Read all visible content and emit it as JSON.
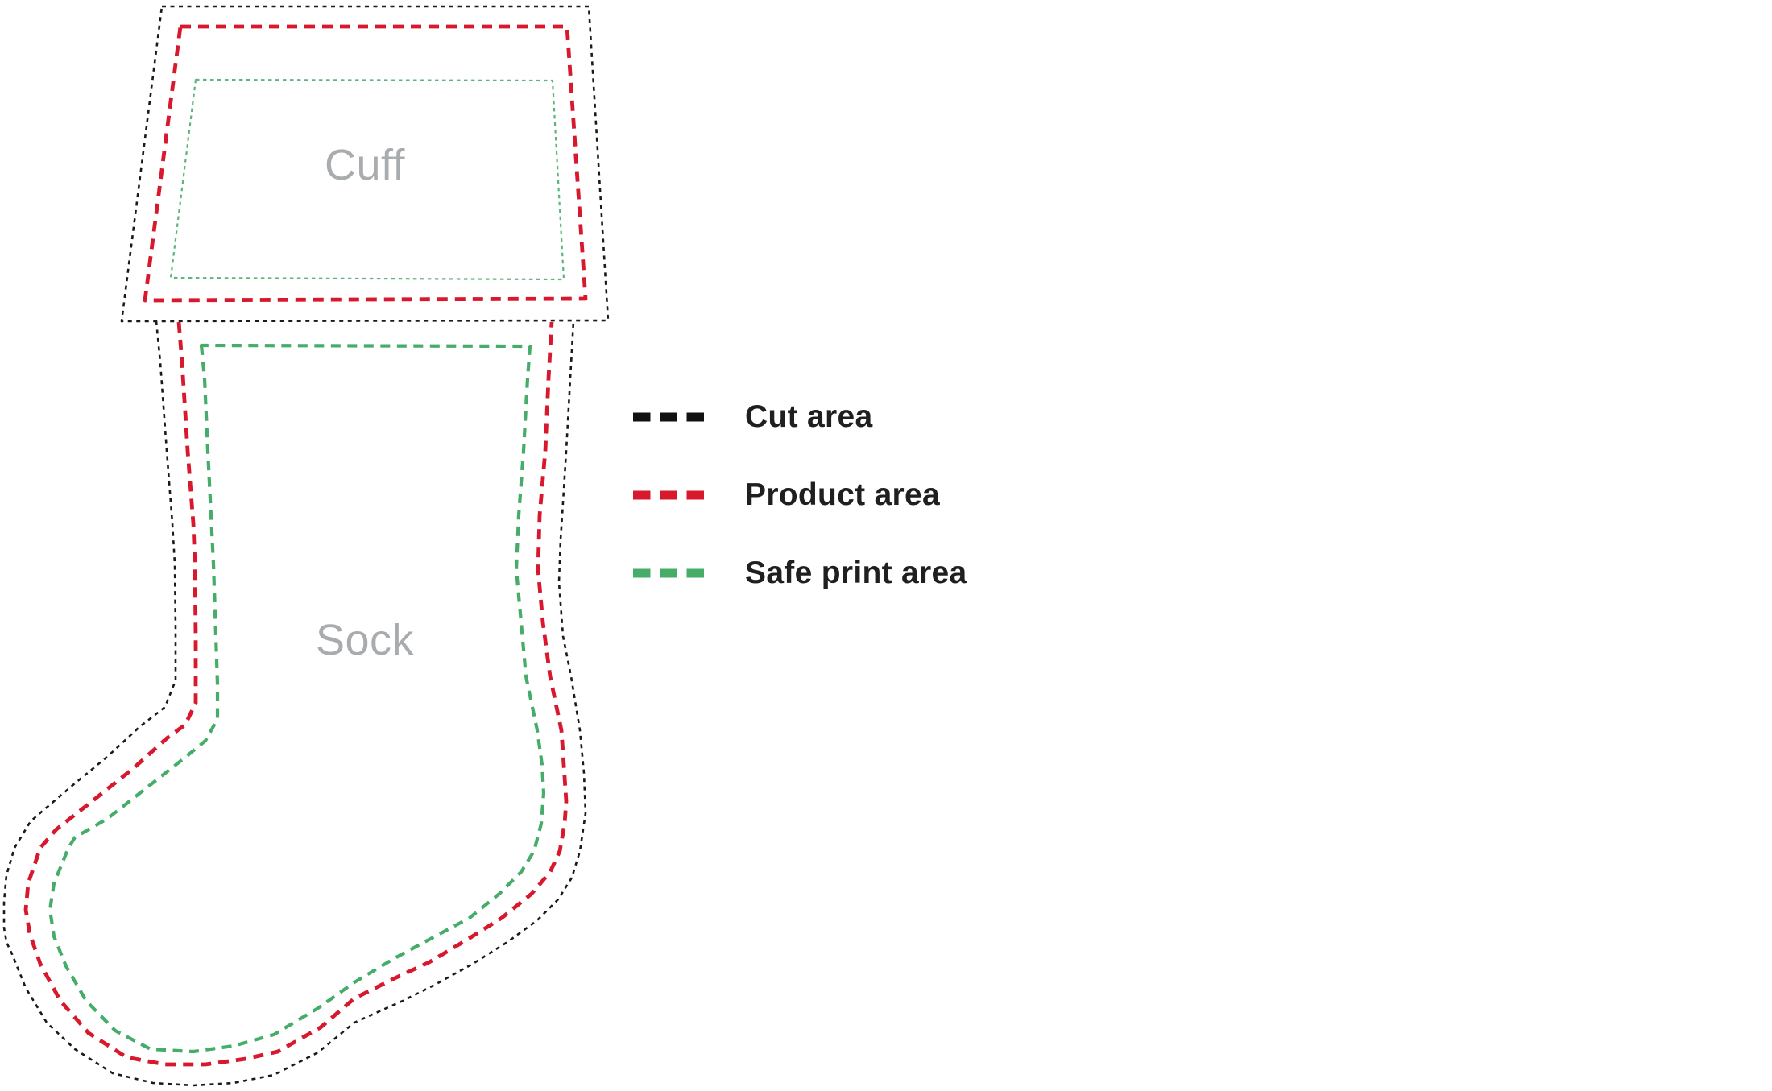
{
  "parts": {
    "cuff_label": "Cuff",
    "sock_label": "Sock"
  },
  "legend": {
    "items": [
      {
        "name": "cut-area",
        "label": "Cut area",
        "color": "#111111"
      },
      {
        "name": "product-area",
        "label": "Product area",
        "color": "#d8182c"
      },
      {
        "name": "safe-print-area",
        "label": "Safe print area",
        "color": "#45ad68"
      }
    ]
  },
  "colors": {
    "cut_line": "#1a1a1a",
    "product_line": "#d8182c",
    "safe_print_sock": "#45ad68",
    "safe_print_cuff": "#5bb57c",
    "part_label": "#a9acae",
    "legend_text": "#1f1f1f"
  }
}
